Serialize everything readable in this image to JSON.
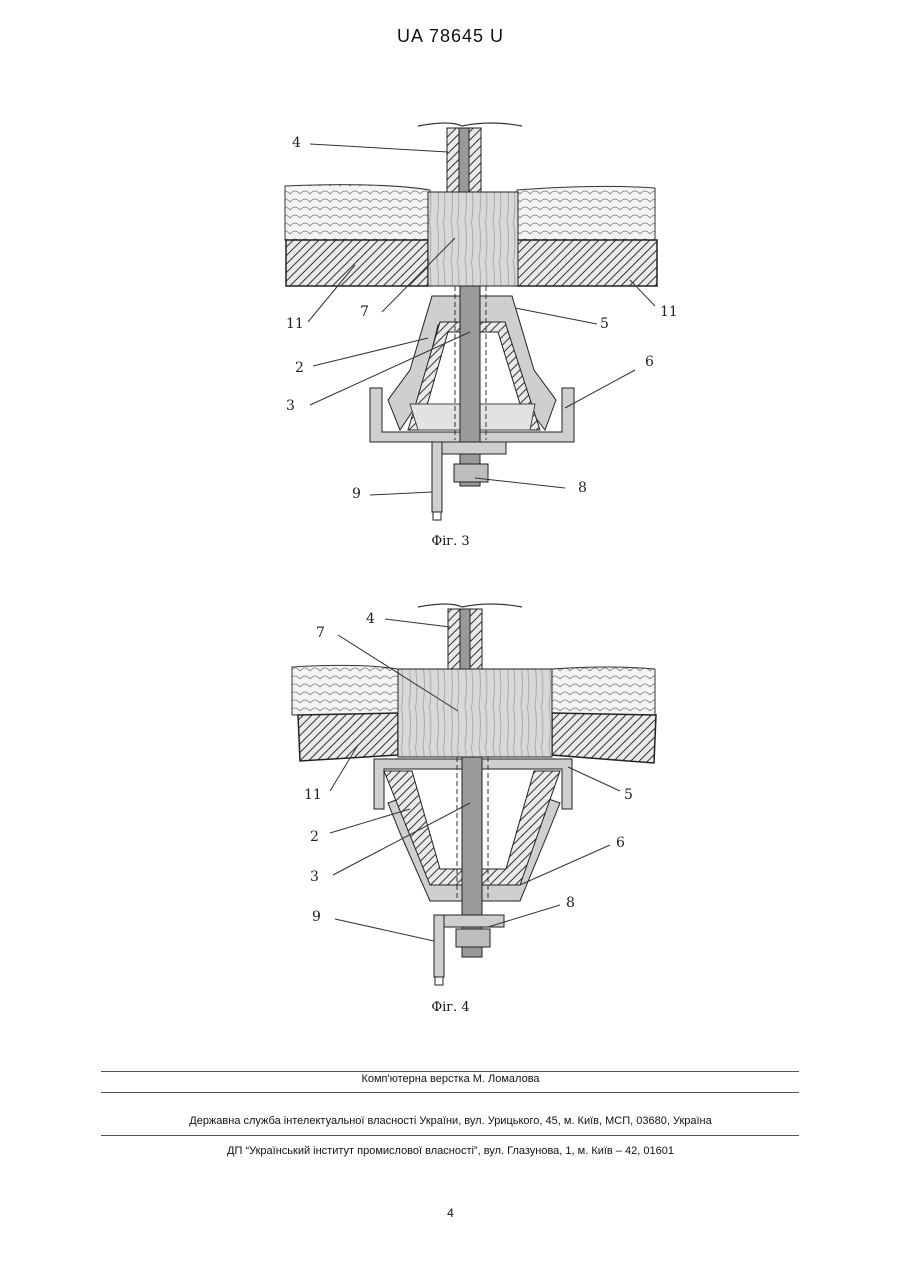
{
  "header": {
    "doc_id": "UA   78645   U"
  },
  "figures": [
    {
      "caption": "Фіг. 3",
      "labels": {
        "l4": "4",
        "l7": "7",
        "l5": "5",
        "l11a": "11",
        "l11b": "11",
        "l2": "2",
        "l3": "3",
        "l6": "6",
        "l8": "8",
        "l9": "9"
      }
    },
    {
      "caption": "Фіг. 4",
      "labels": {
        "l7": "7",
        "l4": "4",
        "l11": "11",
        "l5": "5",
        "l2": "2",
        "l3": "3",
        "l6": "6",
        "l8": "8",
        "l9": "9"
      }
    }
  ],
  "footer": {
    "layout": "Комп'ютерна верстка М. Ломалова",
    "service": "Державна служба інтелектуальної власності України, вул. Урицького, 45, м. Київ, МСП, 03680, Україна",
    "institute": "ДП “Український інститут промислової власності”, вул. Глазунова, 1, м. Київ – 42, 01601"
  },
  "page_number": "4"
}
